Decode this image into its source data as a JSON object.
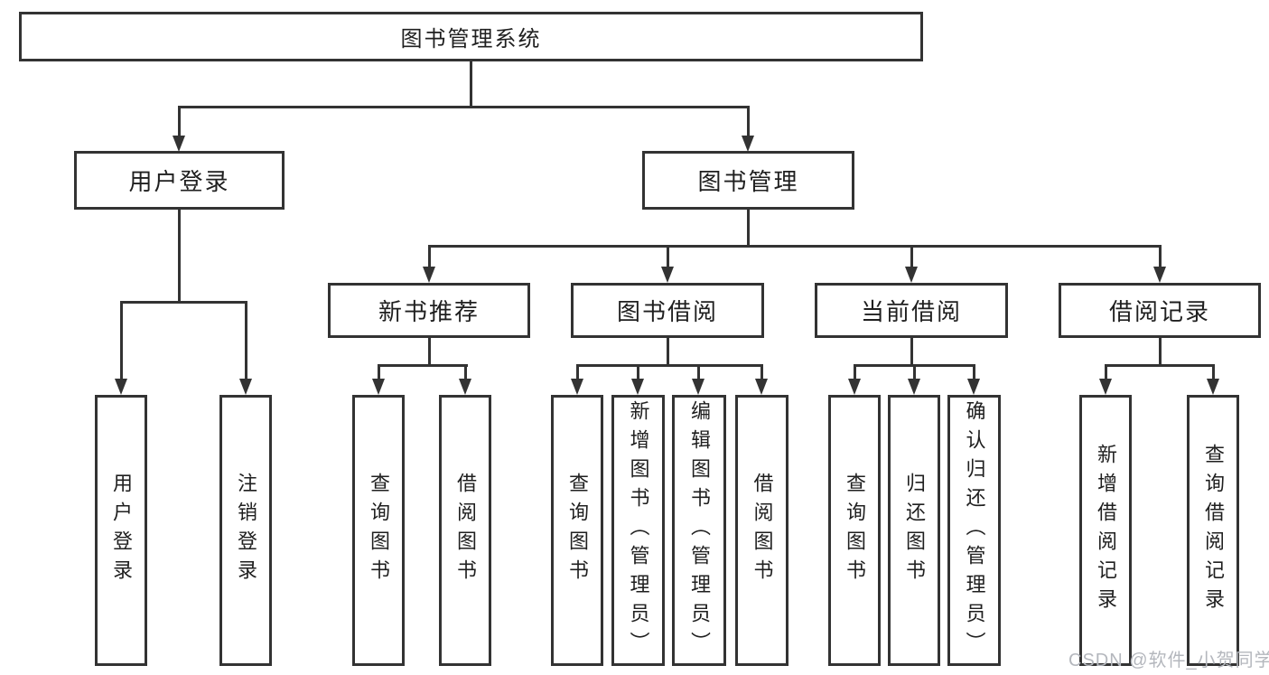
{
  "colors": {
    "background": "#ffffff",
    "line": "#333333",
    "text": "#1f1f1f",
    "watermark": "#b4b7bd"
  },
  "nodes": {
    "root": "图书管理系统",
    "user_login": "用户登录",
    "book_mgmt": "图书管理",
    "new_books": "新书推荐",
    "book_borrow": "图书借阅",
    "current_borrow": "当前借阅",
    "borrow_records": "借阅记录",
    "leaf_user_login": "用户登录",
    "leaf_logout": "注销登录",
    "leaf_nb_query": "查询图书",
    "leaf_nb_borrow": "借阅图书",
    "leaf_bb_query": "查询图书",
    "leaf_bb_add": "新增图书（管理员）",
    "leaf_bb_edit": "编辑图书（管理员）",
    "leaf_bb_borrow": "借阅图书",
    "leaf_cb_query": "查询图书",
    "leaf_cb_return": "归还图书",
    "leaf_cb_confirm": "确认归还（管理员）",
    "leaf_br_add": "新增借阅记录",
    "leaf_br_query": "查询借阅记录"
  },
  "watermark": "CSDN @软件_小贺同学"
}
